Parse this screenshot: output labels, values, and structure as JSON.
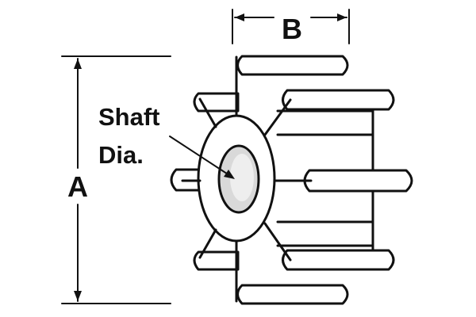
{
  "labels": {
    "dimension_a": "A",
    "dimension_b": "B",
    "shaft_line1": "Shaft",
    "shaft_line2": "Dia."
  },
  "colors": {
    "ink": "#111111",
    "background": "#ffffff",
    "bore_shade": "#d9d9d9"
  }
}
